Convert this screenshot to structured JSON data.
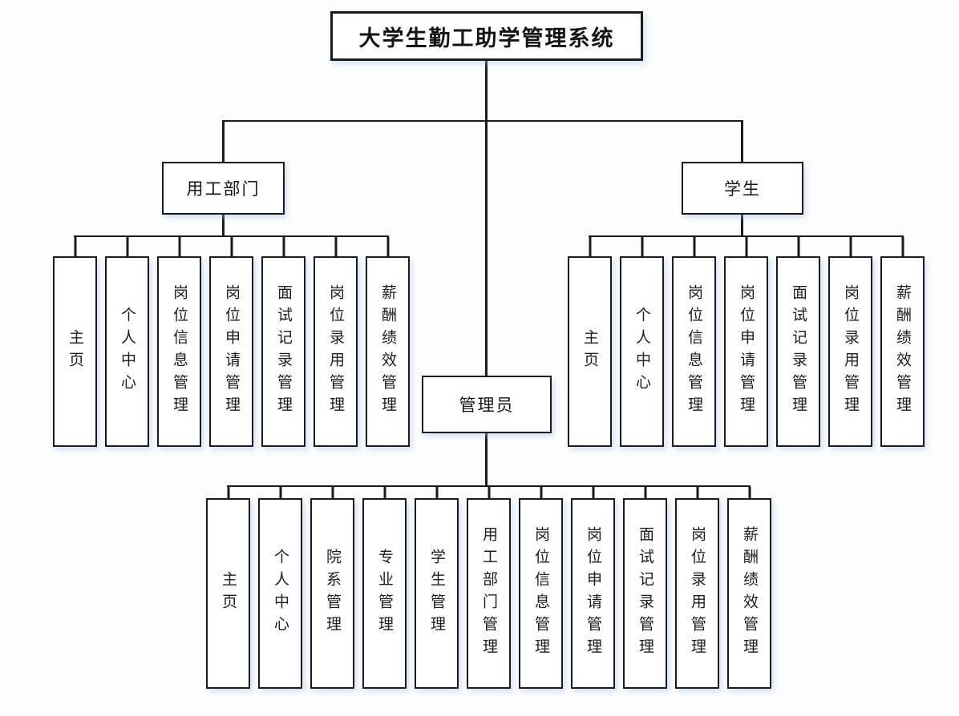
{
  "root": {
    "label": "大学生勤工助学管理系统"
  },
  "branches": [
    {
      "id": "employer",
      "label": "用工部门",
      "children": [
        "主页",
        "个人中心",
        "岗位信息管理",
        "岗位申请管理",
        "面试记录管理",
        "岗位录用管理",
        "薪酬绩效管理"
      ]
    },
    {
      "id": "student",
      "label": "学生",
      "children": [
        "主页",
        "个人中心",
        "岗位信息管理",
        "岗位申请管理",
        "面试记录管理",
        "岗位录用管理",
        "薪酬绩效管理"
      ]
    },
    {
      "id": "admin",
      "label": "管理员",
      "children": [
        "主页",
        "个人中心",
        "院系管理",
        "专业管理",
        "学生管理",
        "用工部门管理",
        "岗位信息管理",
        "岗位申请管理",
        "面试记录管理",
        "岗位录用管理",
        "薪酬绩效管理"
      ]
    }
  ],
  "colors": {
    "line": "#1b1b1b",
    "box_border": "#1b1b1b",
    "box_background": "#ffffff",
    "text": "#141414",
    "page_background": "#fdfdfd"
  }
}
